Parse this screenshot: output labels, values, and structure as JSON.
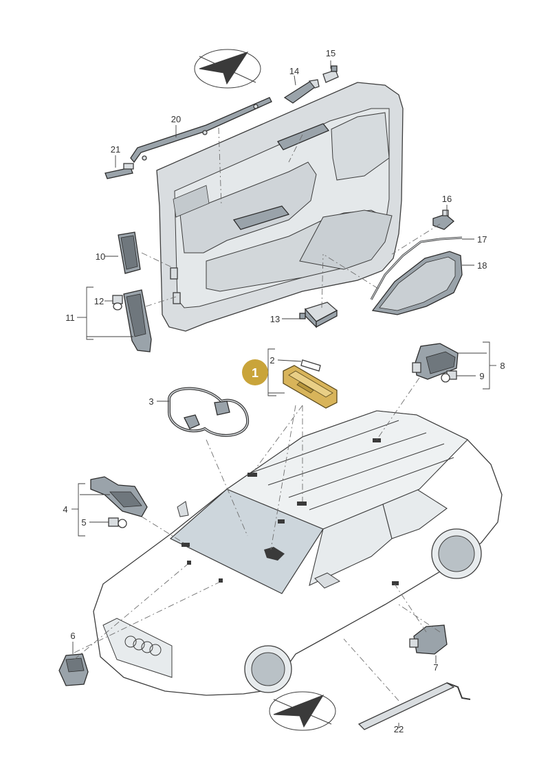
{
  "callouts": {
    "badge": "1",
    "n2": "2",
    "n3": "3",
    "n4": "4",
    "n5": "5",
    "n6": "6",
    "n7": "7",
    "n8": "8",
    "n9": "9",
    "n10": "10",
    "n11": "11",
    "n12": "12",
    "n13": "13",
    "n14": "14",
    "n15": "15",
    "n16": "16",
    "n17": "17",
    "n18": "18",
    "n20": "20",
    "n21": "21",
    "n22": "22"
  },
  "colors": {
    "badge_fill": "#c9a43a",
    "highlight_part": "#d8b45a",
    "panel_gray": "#d9dde0",
    "line": "#3c3c3c"
  },
  "icons": {
    "direction_top": "compass-arrow-icon",
    "direction_bottom": "compass-arrow-icon"
  }
}
